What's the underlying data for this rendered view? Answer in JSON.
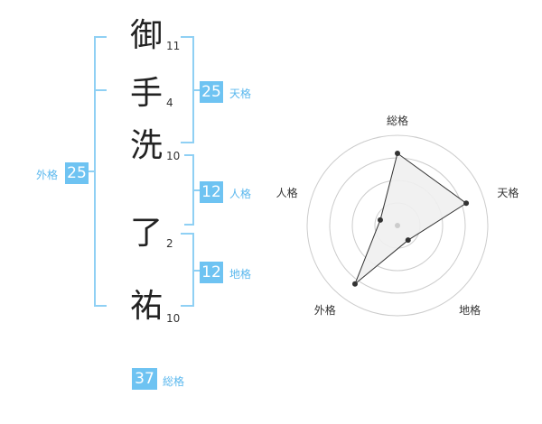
{
  "name_chars": [
    {
      "char": "御",
      "strokes": "11"
    },
    {
      "char": "手",
      "strokes": "4"
    },
    {
      "char": "洗",
      "strokes": "10"
    },
    {
      "char": "了",
      "strokes": "2"
    },
    {
      "char": "祐",
      "strokes": "10"
    }
  ],
  "fortunes": {
    "tenkaku": {
      "value": "25",
      "label": "天格"
    },
    "jinkaku": {
      "value": "12",
      "label": "人格"
    },
    "chikaku": {
      "value": "12",
      "label": "地格"
    },
    "gaikaku": {
      "value": "25",
      "label": "外格"
    },
    "soukaku": {
      "value": "37",
      "label": "総格"
    }
  },
  "chart_data": {
    "type": "radar",
    "axes": [
      "総格",
      "天格",
      "地格",
      "外格",
      "人格"
    ],
    "values": [
      4,
      4,
      1,
      4,
      1
    ],
    "max": 5,
    "rings": 4,
    "colors": {
      "fill": "#f0f0f0",
      "line": "#333333",
      "grid": "#cccccc",
      "point": "#333333",
      "center": "#cccccc"
    }
  },
  "colors": {
    "accent": "#6ec3f2",
    "bracket": "#8fd0f4",
    "label": "#5bb8ee"
  }
}
